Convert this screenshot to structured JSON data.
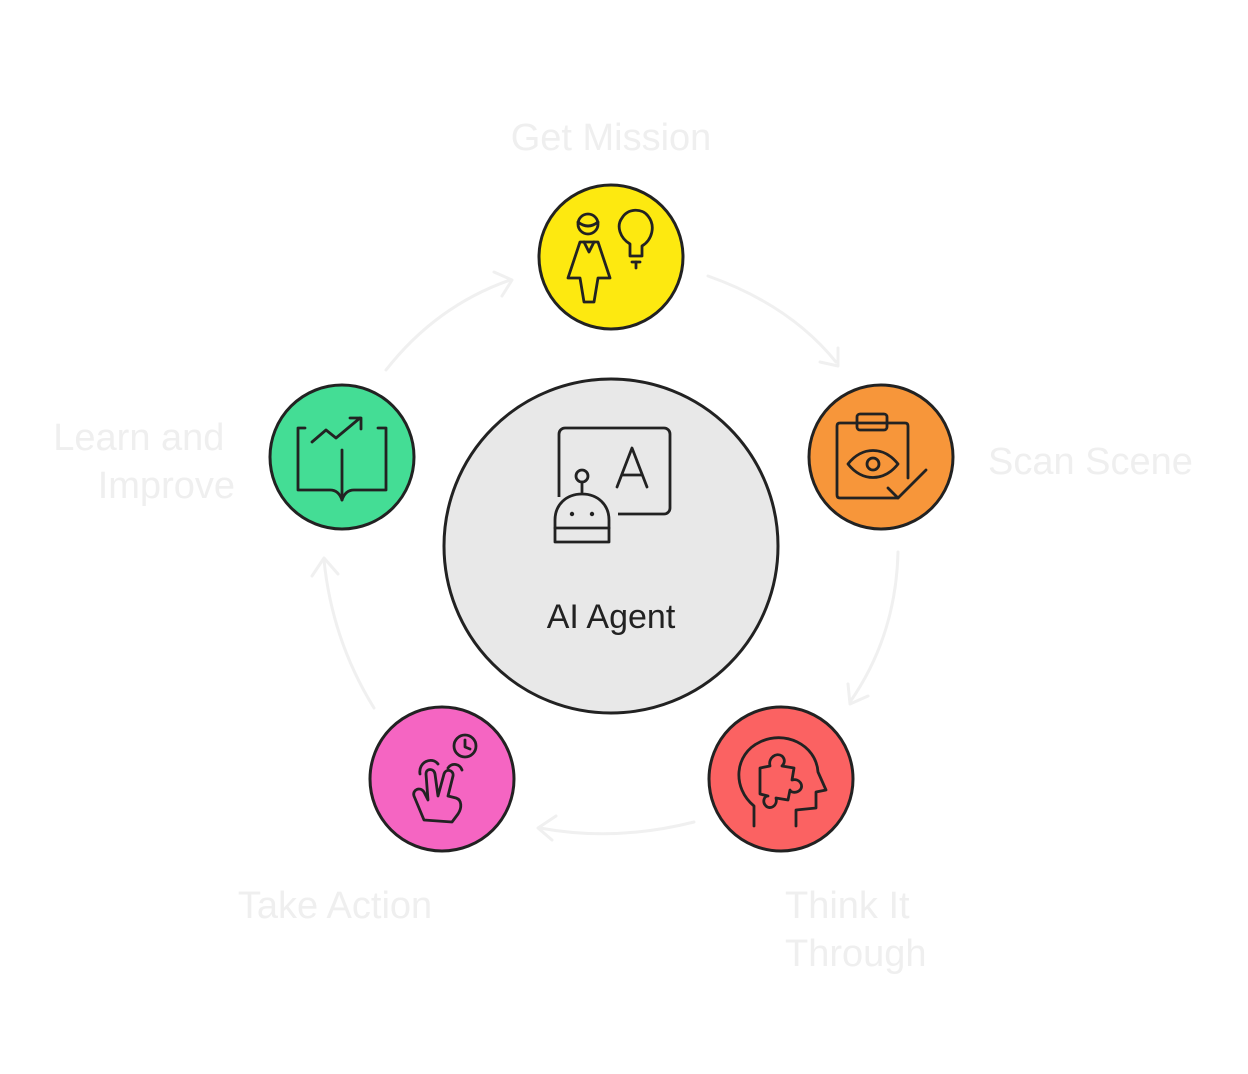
{
  "center": {
    "title": "AI Agent",
    "fill": "#e8e8e8",
    "icon": "robot-presentation-icon"
  },
  "steps": [
    {
      "id": "get-mission",
      "lines": [
        "Get Mission"
      ],
      "color": "#fde910",
      "icon": "person-idea-icon"
    },
    {
      "id": "scan-scene",
      "lines": [
        "Scan Scene"
      ],
      "color": "#f7963a",
      "icon": "clipboard-eye-icon"
    },
    {
      "id": "think-it-through",
      "lines": [
        "Think It",
        "Through"
      ],
      "color": "#fb6262",
      "icon": "head-puzzle-icon"
    },
    {
      "id": "take-action",
      "lines": [
        "Take Action"
      ],
      "color": "#f565c2",
      "icon": "hand-tap-clock-icon"
    },
    {
      "id": "learn-and-improve",
      "lines": [
        "Learn and",
        "Improve"
      ],
      "color": "#44dd95",
      "icon": "book-growth-icon"
    }
  ],
  "colors": {
    "outline": "#222222",
    "label": "#efefef",
    "connector": "#f0f0f0"
  }
}
